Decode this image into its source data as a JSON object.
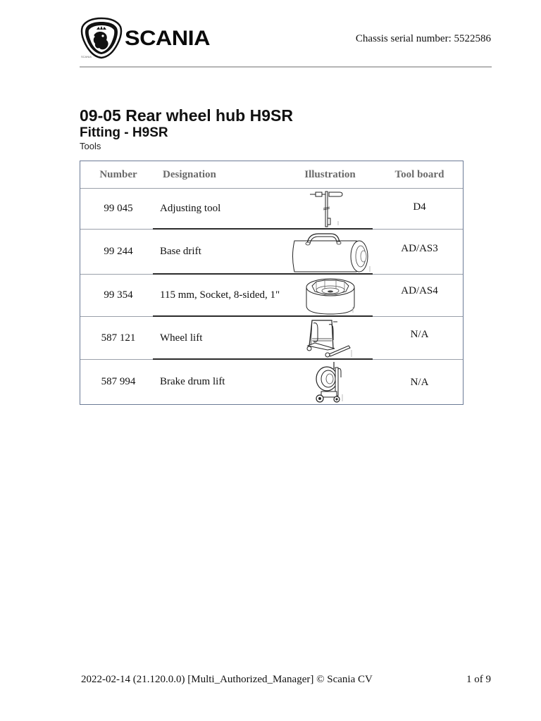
{
  "header": {
    "brand": "SCANIA",
    "logo_icon": "scania-griffin-badge-icon",
    "serial_label": "Chassis serial number: 5522586"
  },
  "title": {
    "main": "09-05 Rear wheel hub H9SR",
    "sub": "Fitting - H9SR",
    "section": "Tools"
  },
  "table": {
    "columns": [
      "Number",
      "Designation",
      "Illustration",
      "Tool board"
    ],
    "rows": [
      {
        "number": "99 045",
        "designation": "Adjusting tool",
        "illustration": "adjusting-tool-icon",
        "tool_board": "D4"
      },
      {
        "number": "99 244",
        "designation": "Base drift",
        "illustration": "base-drift-icon",
        "tool_board": "AD/AS3"
      },
      {
        "number": "99 354",
        "designation": "115 mm, Socket, 8-sided, 1\"",
        "illustration": "socket-icon",
        "tool_board": "AD/AS4"
      },
      {
        "number": "587 121",
        "designation": "Wheel lift",
        "illustration": "wheel-lift-icon",
        "tool_board": "N/A"
      },
      {
        "number": "587 994",
        "designation": "Brake drum lift",
        "illustration": "brake-drum-lift-icon",
        "tool_board": "N/A"
      }
    ]
  },
  "footer": {
    "left": "2022-02-14 (21.120.0.0) [Multi_Authorized_Manager] © Scania CV",
    "page": "1 of 9"
  },
  "colors": {
    "table_border": "#6b7a96",
    "row_divider": "#9aa0aa",
    "header_text": "#6a6a6a",
    "rule": "#b5b5b5"
  }
}
